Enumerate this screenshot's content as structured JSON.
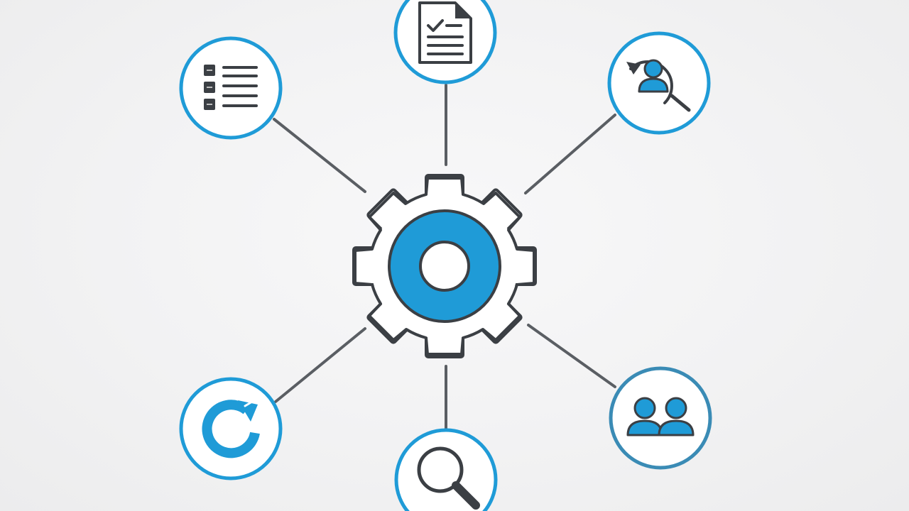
{
  "diagram": {
    "type": "hub-and-spoke",
    "colors": {
      "accent": "#1f9bd7",
      "stroke": "#3b3f44",
      "node_fill": "#ffffff",
      "ring_alt": "#3a8bb5"
    },
    "hub": {
      "icon": "gear-icon"
    },
    "nodes": [
      {
        "id": "top",
        "icon": "document-checklist-icon"
      },
      {
        "id": "top-left",
        "icon": "checklist-icon"
      },
      {
        "id": "top-right",
        "icon": "user-search-history-icon"
      },
      {
        "id": "bottom-left",
        "icon": "refresh-icon"
      },
      {
        "id": "bottom",
        "icon": "magnifying-glass-icon"
      },
      {
        "id": "bottom-right",
        "icon": "user-group-icon"
      }
    ]
  }
}
